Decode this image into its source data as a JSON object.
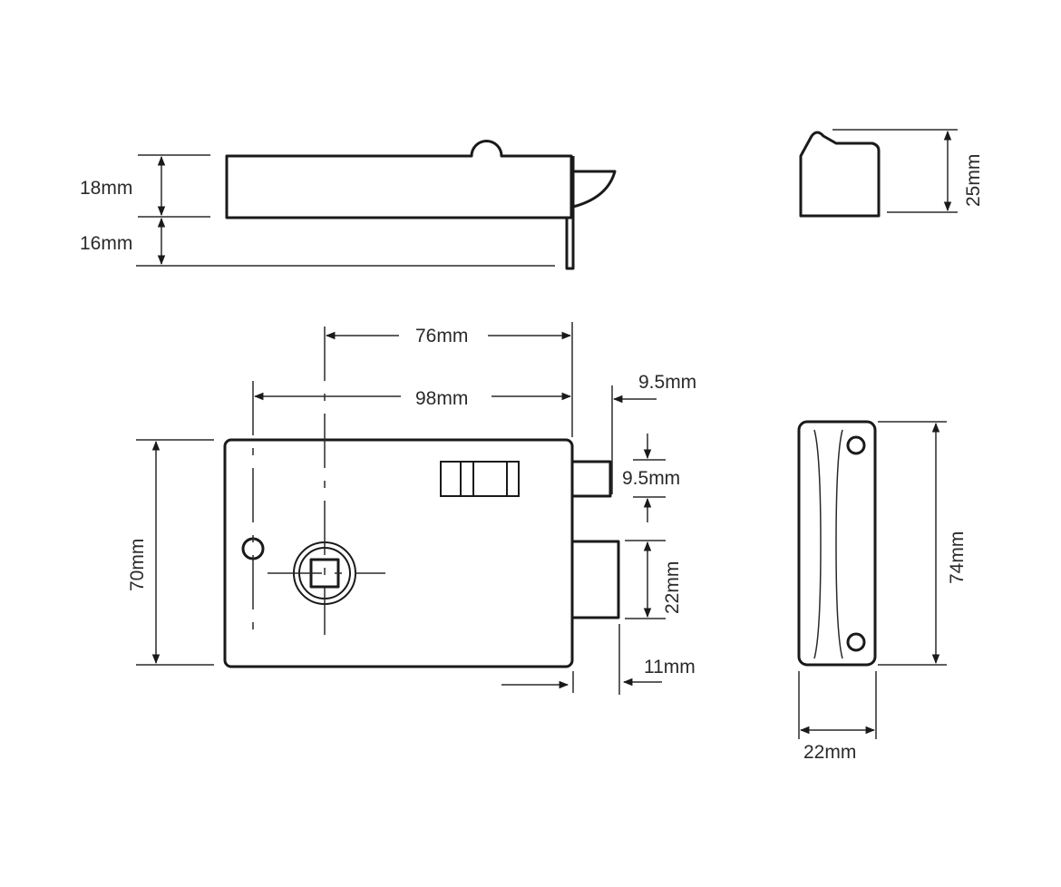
{
  "diagram": {
    "type": "technical-dimension-drawing",
    "subject": "rim lock with keep",
    "line_color": "#1a1a1a",
    "background": "#ffffff",
    "views": {
      "lock_side_view": {
        "dimensions": {
          "case_depth": "18mm",
          "flange_depth": "16mm"
        }
      },
      "keep_side_view": {
        "dimensions": {
          "height": "25mm"
        }
      },
      "lock_front_view": {
        "dimensions": {
          "backset": "76mm",
          "case_width": "98mm",
          "latch_projection": "9.5mm",
          "latch_height": "9.5mm",
          "bolt_height": "22mm",
          "case_height": "70mm",
          "bolt_projection": "11mm"
        }
      },
      "keep_front_view": {
        "dimensions": {
          "height": "74mm",
          "width": "22mm"
        }
      }
    }
  }
}
